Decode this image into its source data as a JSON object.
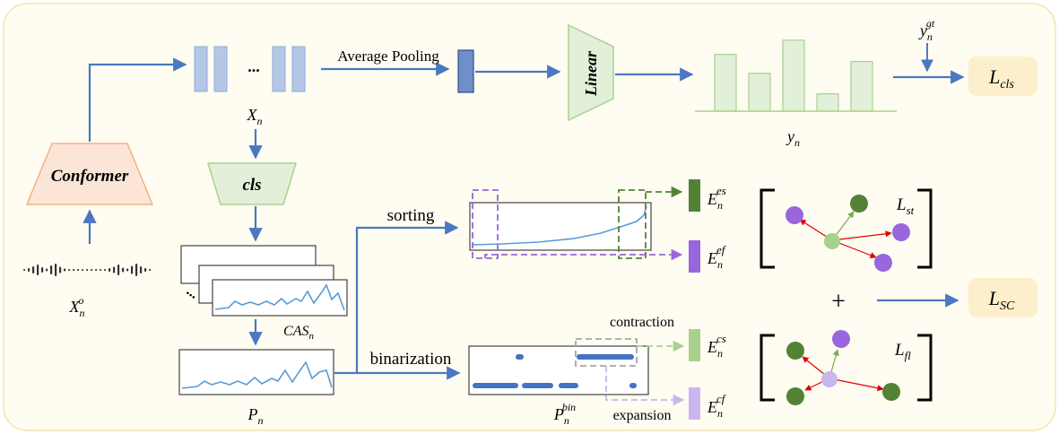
{
  "colors": {
    "background_panel": "#fffcf1",
    "panel_border": "#f5e3b0",
    "flow_arrow": "#4a78c2",
    "feature_block": "#b4c7e7",
    "pooled_block": "#6f8fc9",
    "classifier_fill": "#e2f0d9",
    "conformer_fill": "#fbe5d6",
    "loss_box": "#fdefcc",
    "dark_green": "#548235",
    "light_green": "#a9d18e",
    "purple": "#9966dd",
    "light_purple": "#c9b6ee",
    "red_arrow": "#e00000"
  },
  "inputs": {
    "waveform_label_base": "X",
    "waveform_label_sub": "n",
    "waveform_label_sup": "o"
  },
  "encoder": {
    "label": "Conformer"
  },
  "features": {
    "ellipsis": "...",
    "label_base": "X",
    "label_sub": "n"
  },
  "pooling": {
    "label": "Average Pooling"
  },
  "classifier": {
    "label": "Linear"
  },
  "prediction": {
    "label_base": "y",
    "label_sub": "n",
    "gt_base": "y",
    "gt_sub": "n",
    "gt_sup": "gt",
    "bar_values": [
      0.72,
      0.48,
      0.9,
      0.22,
      0.63
    ]
  },
  "losses": {
    "cls": {
      "base": "L",
      "sub": "cls"
    },
    "sc": {
      "base": "L",
      "sub": "SC"
    },
    "st": {
      "base": "L",
      "sub": "st"
    },
    "fl": {
      "base": "L",
      "sub": "fl"
    }
  },
  "cls_head": {
    "label": "cls"
  },
  "cas": {
    "label_base": "CAS",
    "label_sub": "n",
    "ellipsis": "..."
  },
  "pooled_score": {
    "label_base": "P",
    "label_sub": "n"
  },
  "branches": {
    "sorting": "sorting",
    "binarization": "binarization",
    "contraction": "contraction",
    "expansion": "expansion"
  },
  "binary": {
    "label_base": "P",
    "label_sub": "n",
    "label_sup": "bin"
  },
  "embeddings": {
    "es": {
      "base": "E",
      "sub": "n",
      "sup": "es"
    },
    "ef": {
      "base": "E",
      "sub": "n",
      "sup": "ef"
    },
    "cs": {
      "base": "E",
      "sub": "n",
      "sup": "cs"
    },
    "cf": {
      "base": "E",
      "sub": "n",
      "sup": "cf"
    }
  },
  "operators": {
    "plus": "+"
  }
}
